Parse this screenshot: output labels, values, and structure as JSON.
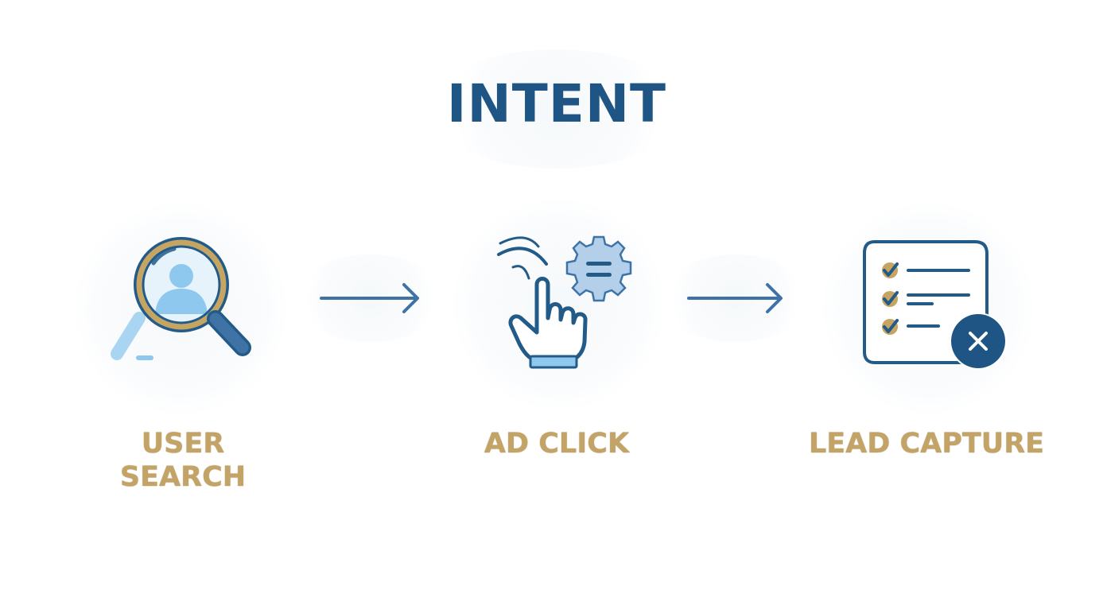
{
  "title": "INTENT",
  "steps": [
    {
      "id": "user-search",
      "label_lines": [
        "USER",
        "SEARCH"
      ],
      "icon": "magnifier-user-icon"
    },
    {
      "id": "ad-click",
      "label_lines": [
        "AD CLICK"
      ],
      "icon": "hand-click-gear-icon"
    },
    {
      "id": "lead-capture",
      "label_lines": [
        "LEAD CAPTURE"
      ],
      "icon": "checklist-form-icon"
    }
  ],
  "connectors": [
    "arrow-right-icon",
    "arrow-right-icon"
  ],
  "colors": {
    "title": "#1e5584",
    "label": "#c4a466",
    "icon_stroke": "#235b88",
    "icon_light": "#8ec8ee",
    "gold": "#c6a462",
    "arrow": "#3f73a6"
  }
}
